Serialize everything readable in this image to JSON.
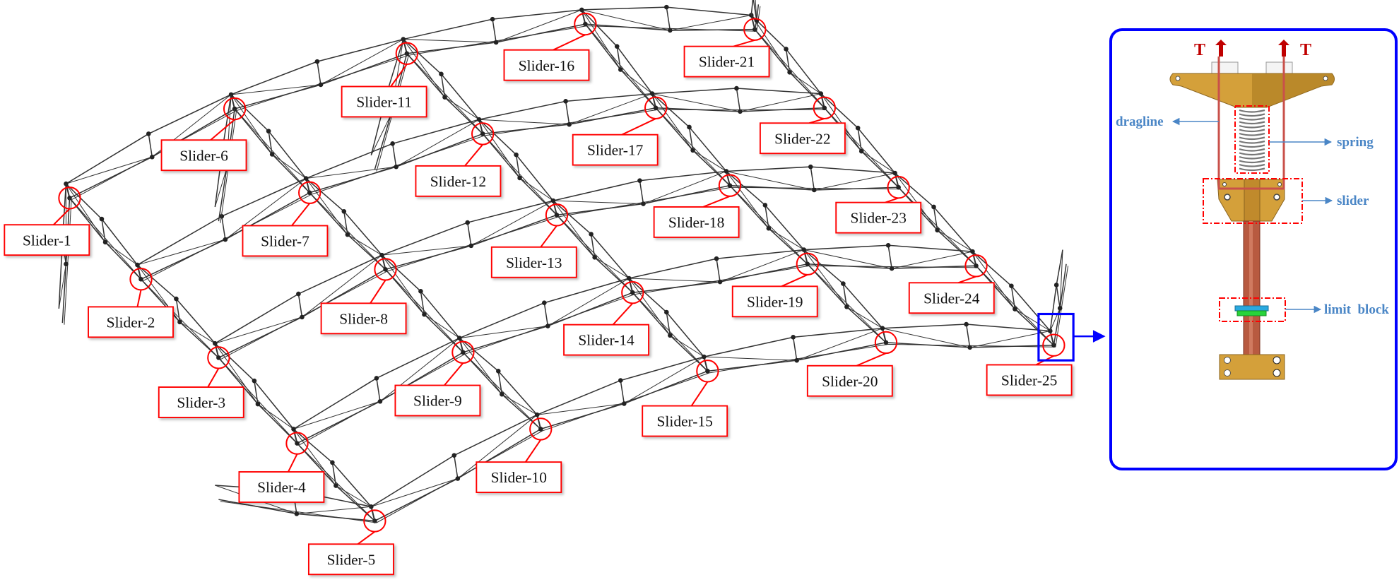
{
  "title": "Slider layout on truss structure",
  "sliders": [
    "Slider-1",
    "Slider-2",
    "Slider-3",
    "Slider-4",
    "Slider-5",
    "Slider-6",
    "Slider-7",
    "Slider-8",
    "Slider-9",
    "Slider-10",
    "Slider-11",
    "Slider-12",
    "Slider-13",
    "Slider-14",
    "Slider-15",
    "Slider-16",
    "Slider-17",
    "Slider-18",
    "Slider-19",
    "Slider-20",
    "Slider-21",
    "Slider-22",
    "Slider-23",
    "Slider-24",
    "Slider-25"
  ],
  "detail": {
    "force_label_left": "T",
    "force_label_right": "T",
    "dragline": "dragline",
    "spring": "spring",
    "slider": "slider",
    "limit_block": "limit  block"
  },
  "colors": {
    "callout": "#ff0000",
    "highlight": "#0000ff",
    "annotation": "#4a86c6",
    "force": "#c00000",
    "body": "#d4a03a",
    "rod": "#b85a40"
  }
}
